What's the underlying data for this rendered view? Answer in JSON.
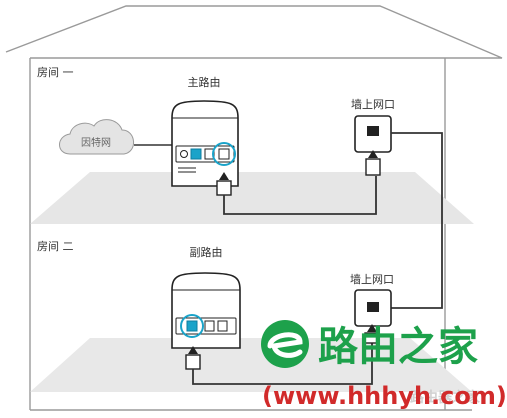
{
  "rooms": {
    "room1": "房间 一",
    "room2": "房间 二"
  },
  "devices": {
    "main_router": "主路由",
    "sub_router": "副路由",
    "wall_port_top": "墙上网口",
    "wall_port_bottom": "墙上网口",
    "internet": "因特网"
  },
  "watermark": {
    "site_name": "路由之家",
    "url": "(www.hhhyh.com)",
    "faint_text": "路由器之家"
  },
  "colors": {
    "house_outline": "#9a9a9a",
    "floor_fill": "#e6e6e6",
    "device_outline": "#222222",
    "cable": "#333333",
    "port_highlight": "#1aa3c9",
    "cloud_fill": "#e4e4e4",
    "watermark_green": "#1da14b",
    "watermark_red": "#d12a2a"
  }
}
